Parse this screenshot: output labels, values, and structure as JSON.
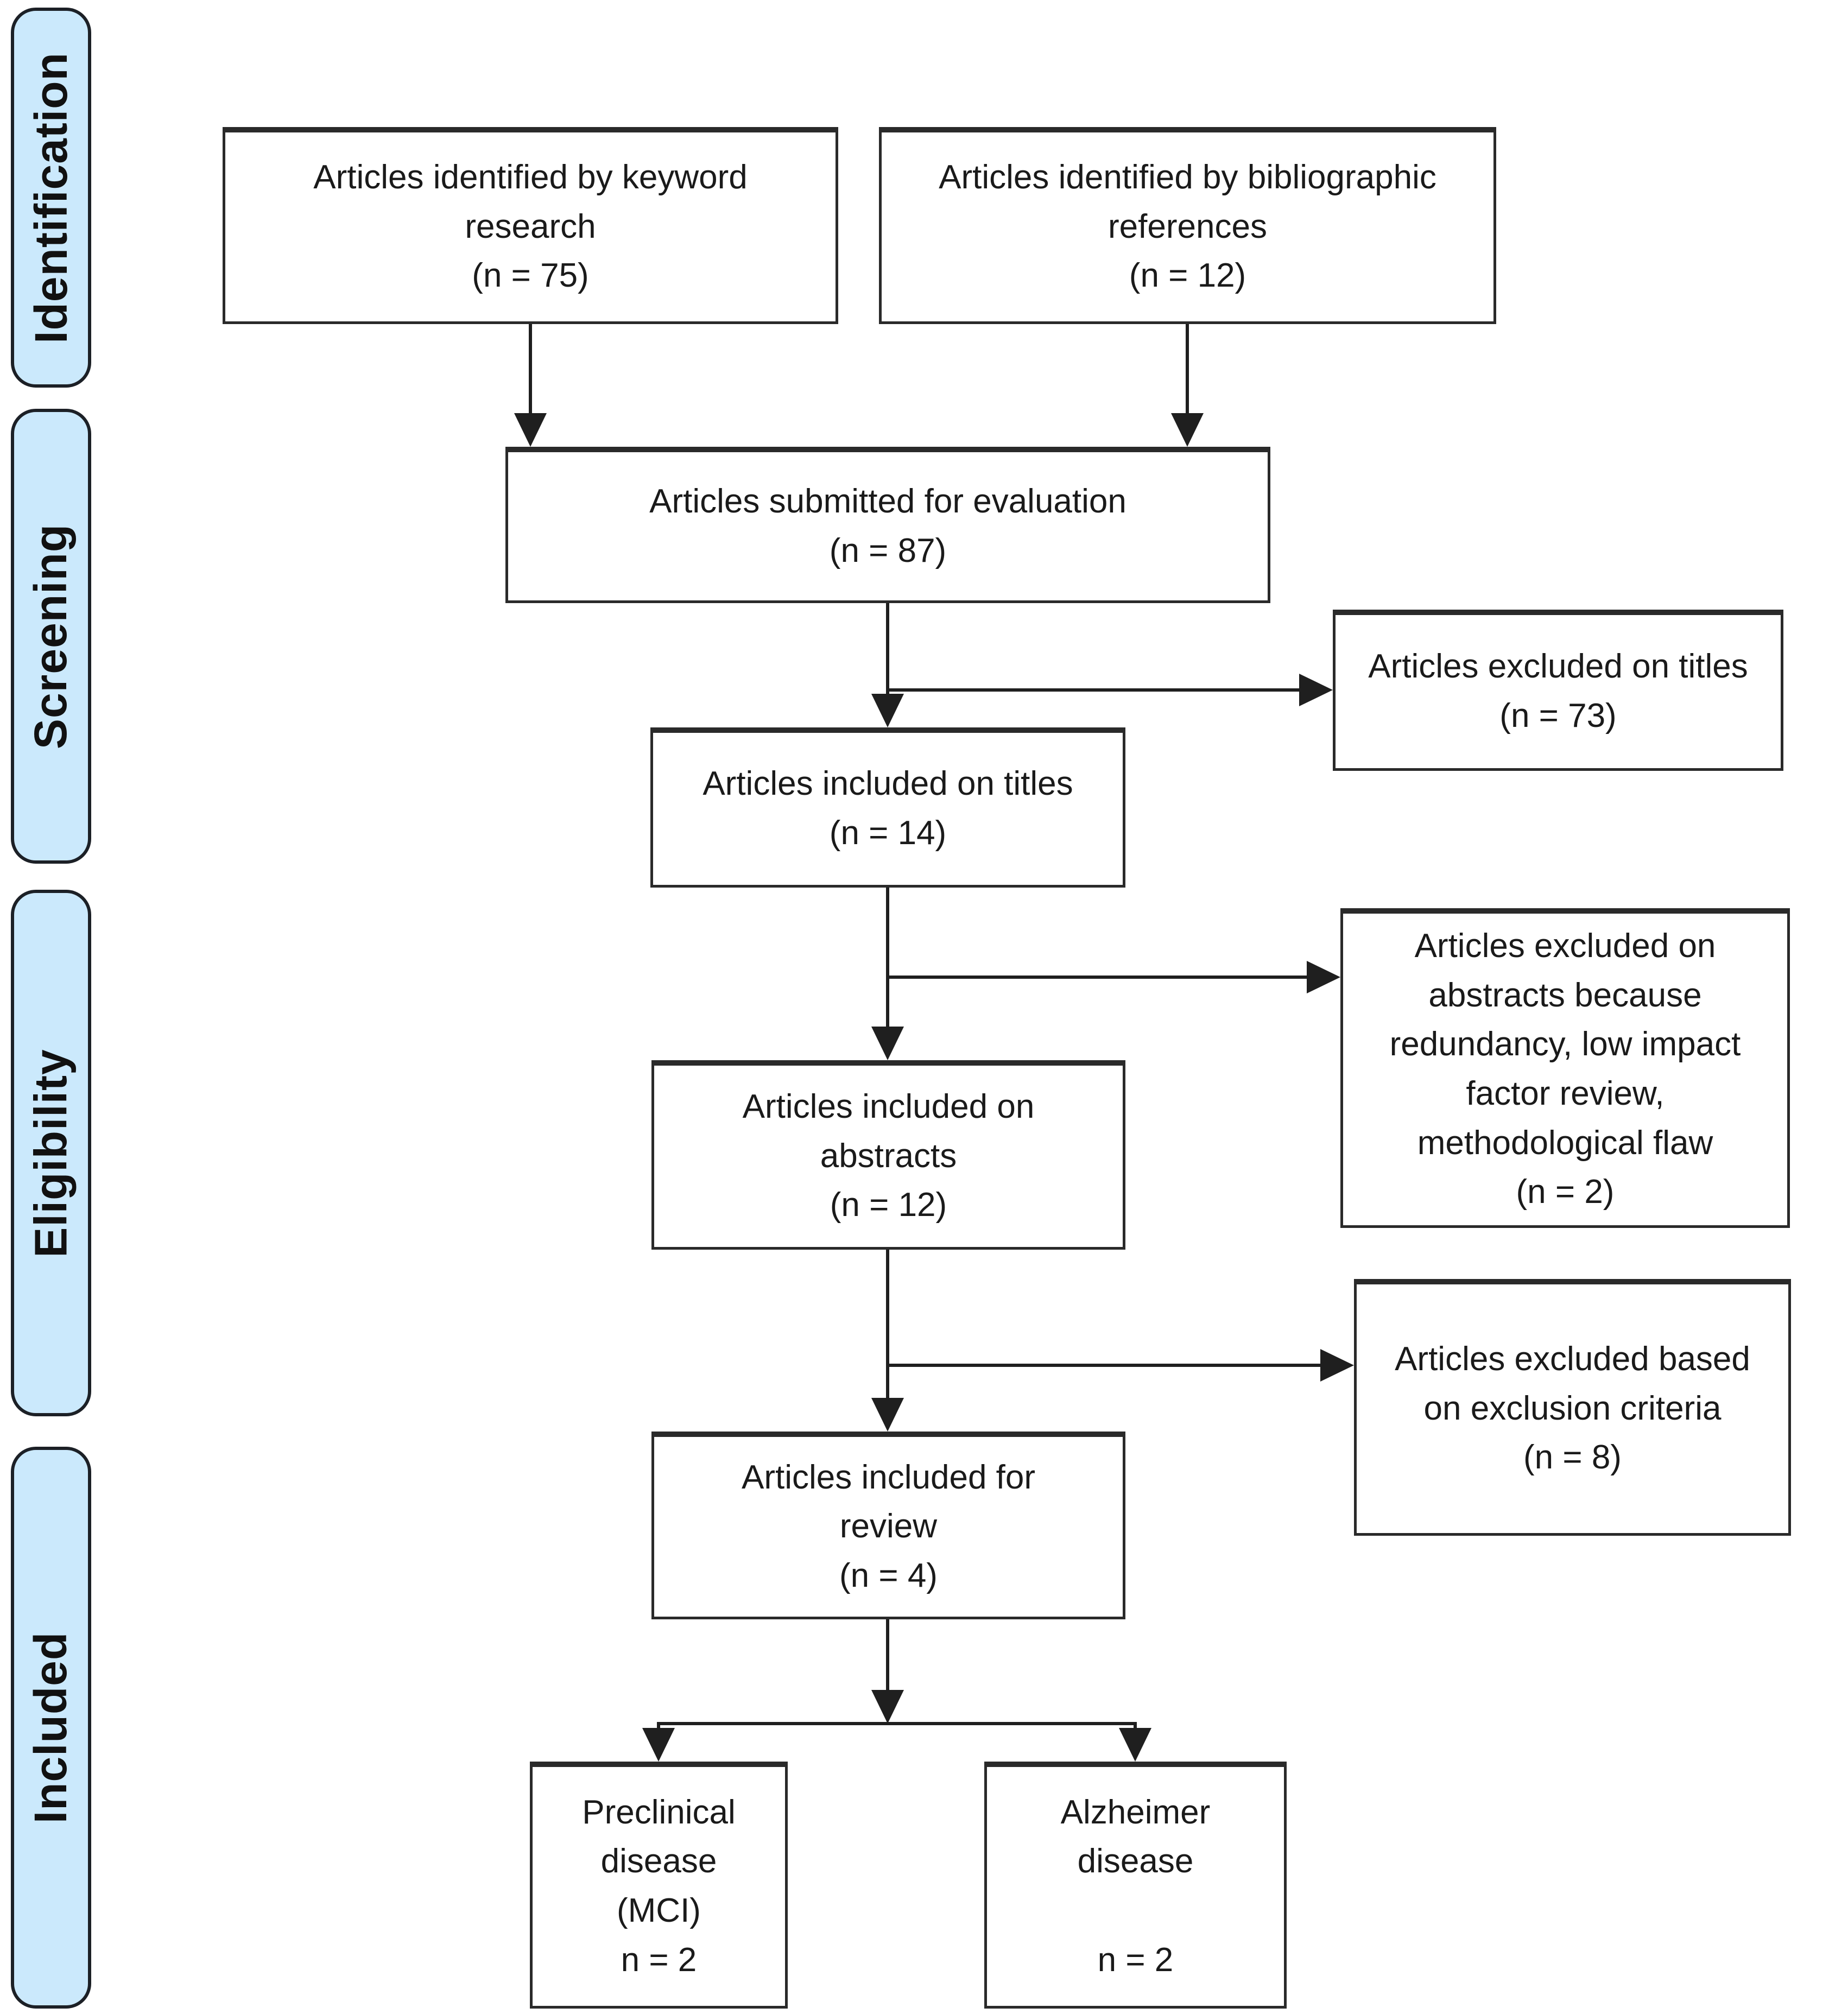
{
  "stages": [
    {
      "label": "Identification"
    },
    {
      "label": "Screening"
    },
    {
      "label": "Eligibility"
    },
    {
      "label": "Included"
    }
  ],
  "boxes": {
    "keyword": {
      "text": "Articles identified by keyword\nresearch\n(n = 75)"
    },
    "bibliographic": {
      "text": "Articles identified by bibliographic\nreferences\n(n = 12)"
    },
    "evaluation": {
      "text": "Articles submitted for evaluation\n(n = 87)"
    },
    "excluded_titles": {
      "text": "Articles excluded on titles\n(n = 73)"
    },
    "included_titles": {
      "text": "Articles included on titles\n(n = 14)"
    },
    "excluded_abstracts": {
      "text": "Articles excluded on\nabstracts because\nredundancy, low impact\nfactor review,\nmethodological flaw\n(n = 2)"
    },
    "included_abstracts": {
      "text": "Articles included on\nabstracts\n(n = 12)"
    },
    "excluded_criteria": {
      "text": "Articles excluded based\non exclusion criteria\n(n = 8)"
    },
    "included_review": {
      "text": "Articles included for\nreview\n(n = 4)"
    },
    "preclinical": {
      "text": "Preclinical\ndisease\n(MCI)\nn = 2"
    },
    "alzheimer": {
      "text": "Alzheimer\ndisease\n\nn = 2"
    }
  },
  "counts": {
    "keyword": 75,
    "bibliographic": 12,
    "evaluation": 87,
    "excluded_titles": 73,
    "included_titles": 14,
    "excluded_abstracts": 2,
    "included_abstracts": 12,
    "excluded_criteria": 8,
    "included_review": 4,
    "preclinical_mci": 2,
    "alzheimer": 2
  },
  "colors": {
    "stage_fill": "#cbe9fc",
    "stage_border": "#1c2026",
    "box_border": "#2a2a2a",
    "line": "#1f1f1f",
    "text": "#1a1a1a",
    "background": "#ffffff"
  }
}
